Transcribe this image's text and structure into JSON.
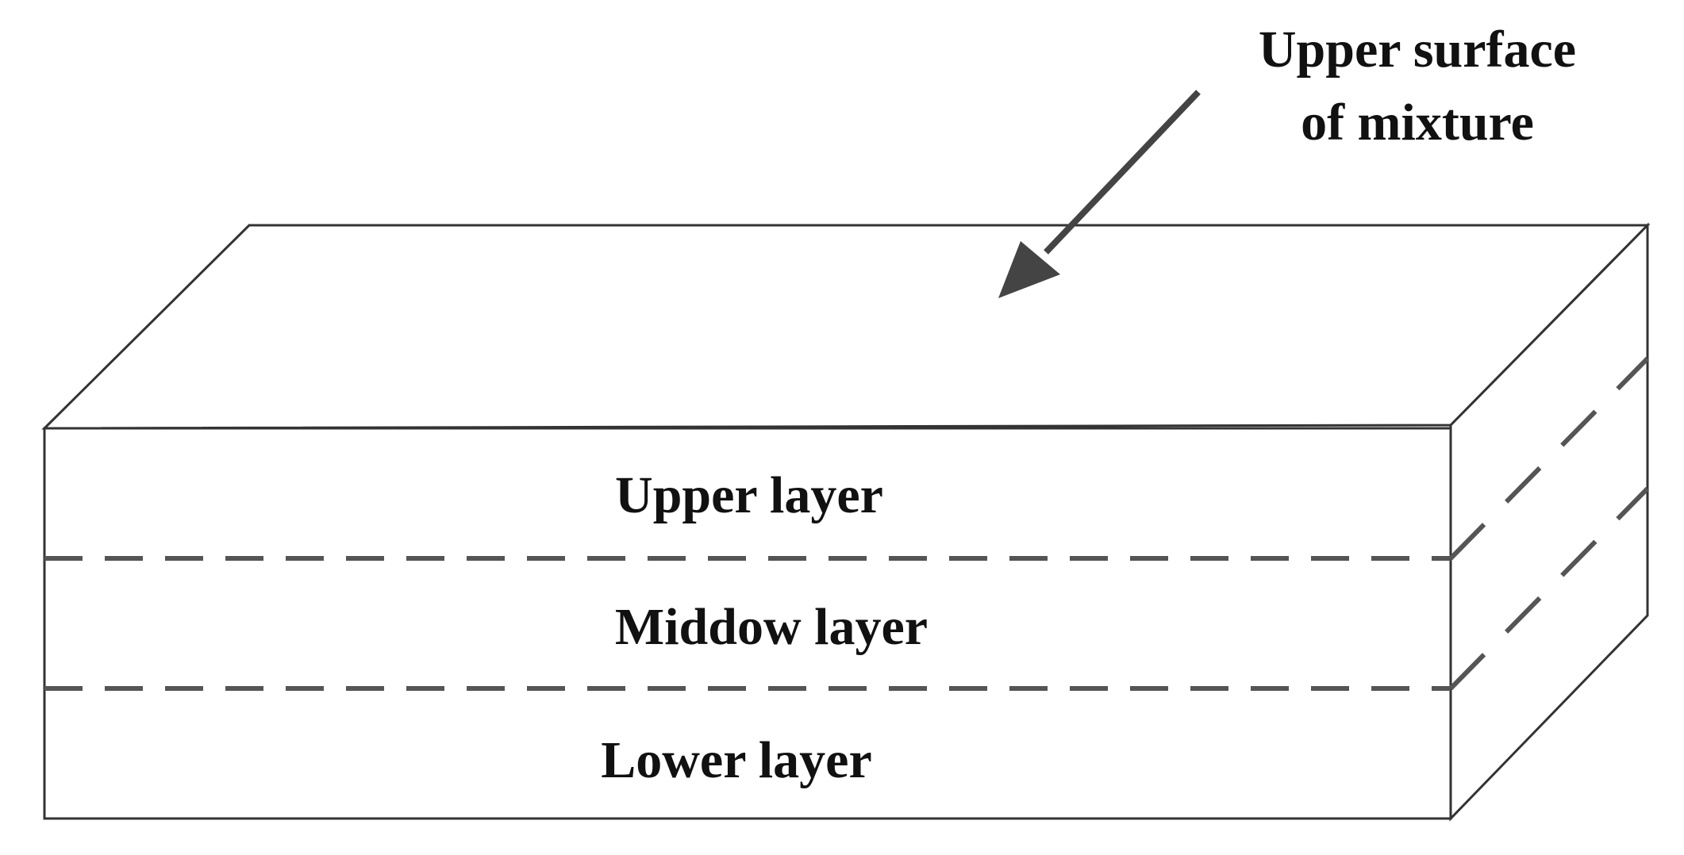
{
  "diagram": {
    "callout": {
      "line1": "Upper surface",
      "line2": "of mixture"
    },
    "layers": {
      "upper": "Upper layer",
      "middle": "Middow layer",
      "lower": "Lower layer"
    }
  },
  "colors": {
    "outline": "#333333",
    "dash": "#555555",
    "arrow": "#444444",
    "text": "#111111"
  }
}
